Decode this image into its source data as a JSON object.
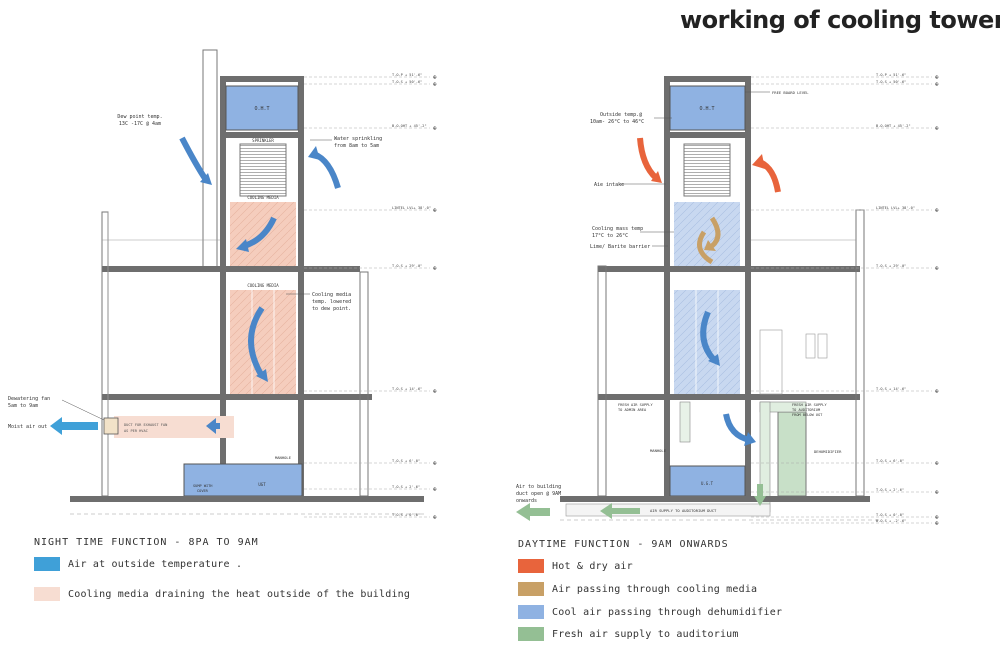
{
  "title": "working of cooling tower",
  "colors": {
    "blue": "#3fa0d8",
    "blue_arrow": "#4a86c8",
    "pink": "#f5cdbd",
    "orange": "#e8643c",
    "tan": "#c8a066",
    "light_blue": "#9fc0e6",
    "green": "#94bf94",
    "wall": "#6e6e6e",
    "tank": "#8fb2e2"
  },
  "night": {
    "tank_top": "O.H.T",
    "sprinkler": "SPRINKLER",
    "cooling_media_1": "COOLING MEDIA",
    "cooling_media_2": "COOLING MEDIA",
    "manhole": "MANHOLE",
    "sump": "SUMP WITH COVER",
    "ugt": "UGT",
    "duct": "DUCT FOR EXHAUST FAN AS PER HVAC",
    "notes": {
      "dew_point": [
        "Dew point temp.",
        "13C -17C @ 4am"
      ],
      "water_sprinkling": [
        "Water sprinkling",
        "from 8am to 5am"
      ],
      "cooling_media_temp": [
        "Cooling media",
        "temp. lowered",
        "to dew point."
      ],
      "dewatering": [
        "Dewatering fan",
        "5am to 9am"
      ],
      "moist_air": "Moist air out"
    },
    "levels": [
      "T.O.P + 51'-6\"",
      "T.O.S + 50'-6\"",
      "B.O.OHT + 45'-2\"",
      "LINTEL LVL+ 38'-0\"",
      "T.O.S + 29'-0\"",
      "T.O.S + 14'-6\"",
      "T.O.S + 6'-0\"",
      "T.O.S + 2'-6\"",
      "T.O.S + 0'-0\""
    ],
    "legend_title": "NIGHT TIME FUNCTION - 8PA TO 9AM",
    "legend": [
      {
        "label": "Air at outside temperature .",
        "color": "#3fa0d8"
      },
      {
        "label": "Cooling media draining the heat outside of the building",
        "color": "#f7ddd2"
      }
    ]
  },
  "day": {
    "tank_top": "O.H.T",
    "ugt": "U.G.T",
    "manhole": "MANHOLE",
    "dehumidifier": "DEHUMIDIFIER",
    "notes": {
      "outside_temp": [
        "Outside temp.@",
        "10am- 26°C to 46°C"
      ],
      "free_board": "FREE BOARD LEVEL",
      "air_intake": "Aie intake",
      "cooling_mass": [
        "Cooling mass temp",
        "17°C to 26°C"
      ],
      "barrier": "Lime/ Barite barrier",
      "fresh_air_admin": [
        "FRESH AIR SUPPLY",
        "TO ADMIN AREA"
      ],
      "fresh_air_aud": [
        "FRESH AIR SUPPLY",
        "TO AUDITORIUM",
        "FROM BELOW UGT"
      ],
      "air_duct": "AIR SUPPLY TO AUDITORIUM DUCT",
      "air_to_building": [
        "Air to building",
        "duct open @ 9AM",
        "onwards"
      ]
    },
    "levels": [
      "T.O.P + 51'-6\"",
      "T.O.S + 50'-6\"",
      "B.O.OHT + 45'-2\"",
      "LINTEL LVL+ 38'-0\"",
      "T.O.S + 29'-0\"",
      "T.O.S + 14'-6\"",
      "T.O.S + 6'-0\"",
      "T.O.S + 2'-6\"",
      "T.O.S + 0'-0\"",
      "B.O.S + -2'-6\""
    ],
    "legend_title": "DAYTIME FUNCTION - 9AM ONWARDS",
    "legend": [
      {
        "label": "Hot & dry air",
        "color": "#e8643c"
      },
      {
        "label": "Air passing through cooling media",
        "color": "#c8a066"
      },
      {
        "label": "Cool air passing through dehumidifier",
        "color": "#8fb2e2"
      },
      {
        "label": "Fresh air supply to auditorium",
        "color": "#94bf94"
      }
    ]
  }
}
